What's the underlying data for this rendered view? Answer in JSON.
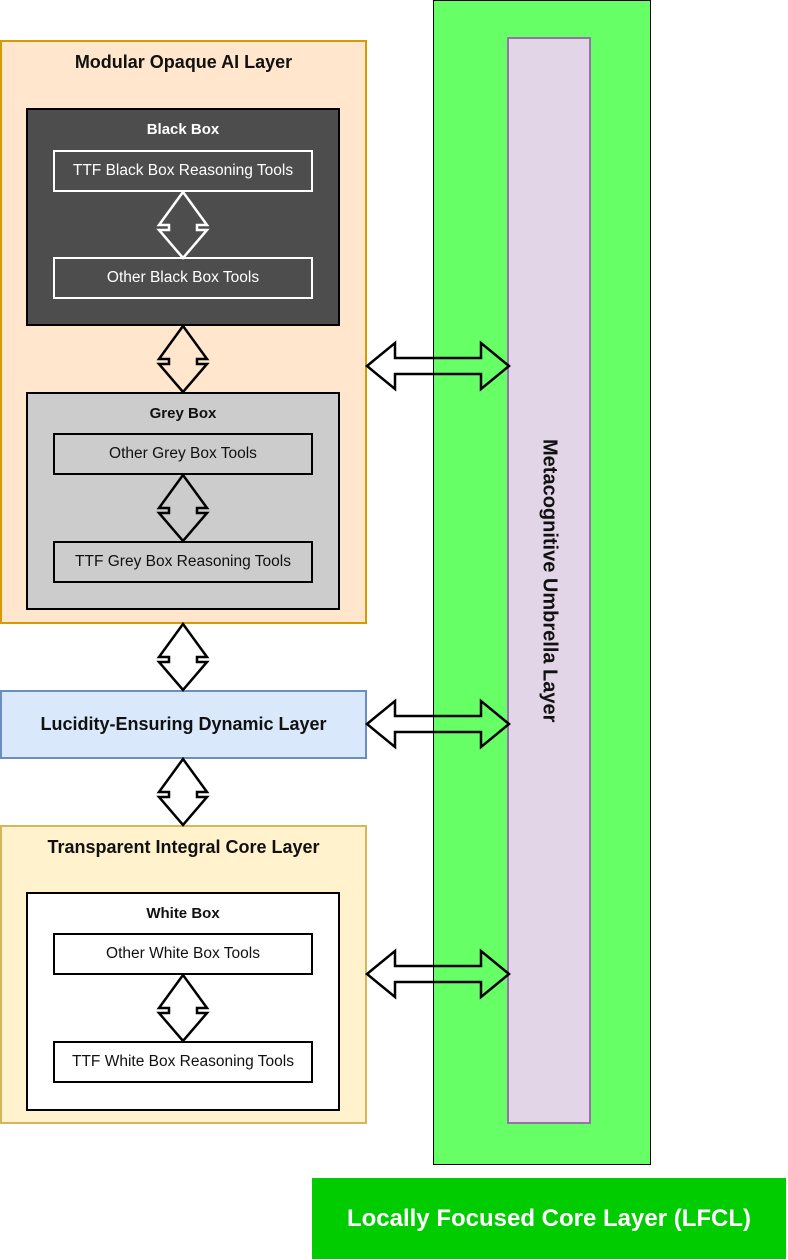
{
  "colors": {
    "opaque_fill": "#ffe6cc",
    "opaque_border": "#d79b00",
    "black_box_fill": "#4d4d4d",
    "grey_box_fill": "#cccccc",
    "lucidity_fill": "#dae8fc",
    "lucidity_border": "#6c8ebf",
    "core_fill": "#fff2cc",
    "core_border": "#d6b656",
    "umbrella_outer": "#66ff66",
    "umbrella_inner": "#e1d5e7",
    "umbrella_inner_border": "#9673a6",
    "lfcl_fill": "#00cc00"
  },
  "opaque_layer": {
    "title": "Modular Opaque AI Layer",
    "black_box": {
      "title": "Black Box",
      "tools": [
        "TTF Black Box Reasoning Tools",
        "Other Black Box Tools"
      ]
    },
    "grey_box": {
      "title": "Grey Box",
      "tools": [
        "Other Grey Box Tools",
        "TTF Grey Box Reasoning Tools"
      ]
    }
  },
  "lucidity_layer": {
    "title": "Lucidity-Ensuring Dynamic Layer"
  },
  "core_layer": {
    "title": "Transparent Integral Core Layer",
    "white_box": {
      "title": "White Box",
      "tools": [
        "Other White Box Tools",
        "TTF White Box Reasoning Tools"
      ]
    }
  },
  "umbrella_layer": {
    "title": "Metacognitive Umbrella Layer"
  },
  "lfcl": {
    "title": "Locally Focused Core Layer (LFCL)"
  }
}
